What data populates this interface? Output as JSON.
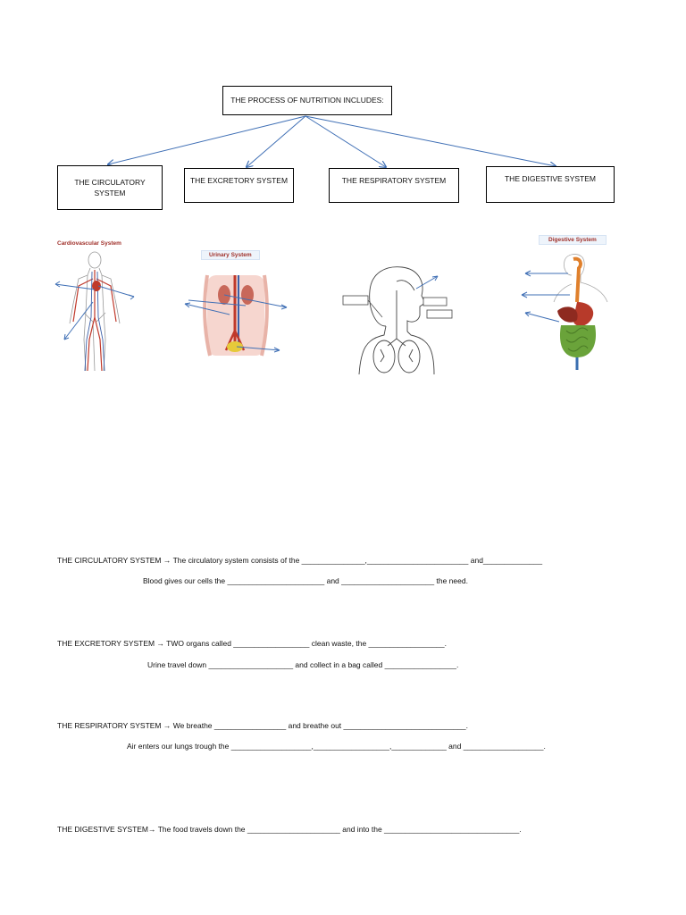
{
  "concept_map": {
    "title": "THE PROCESS OF NUTRITION INCLUDES:",
    "systems": [
      {
        "label_line1": "THE CIRCULATORY",
        "label_line2": "SYSTEM"
      },
      {
        "label_line1": "THE EXCRETORY SYSTEM",
        "label_line2": ""
      },
      {
        "label_line1": "THE RESPIRATORY SYSTEM",
        "label_line2": ""
      },
      {
        "label_line1": "THE DIGESTIVE SYSTEM",
        "label_line2": ""
      }
    ]
  },
  "diagrams": {
    "cardiovascular_title": "Cardiovascular System",
    "urinary_title": "Urinary System",
    "digestive_title": "Digestive System"
  },
  "worksheet": {
    "circulatory_line1": "THE CIRCULATORY SYSTEM →   The circulatory system consists of the _______________,________________________ and______________",
    "circulatory_line2": "Blood gives our cells the _______________________ and ______________________ the need.",
    "excretory_line1": "THE EXCRETORY SYSTEM → TWO organs called __________________ clean waste, the __________________.",
    "excretory_line2": "Urine travel down ____________________ and collect in a bag called _________________.",
    "respiratory_line1": "THE RESPIRATORY SYSTEM → We breathe _________________ and breathe out _____________________________.",
    "respiratory_line2": "Air  enters our lungs trough the ___________________,__________________,_____________ and ___________________.",
    "digestive_line1": "THE DIGESTIVE SYSTEM→  The food travels down the ______________________ and into the ________________________________."
  },
  "colors": {
    "arrow": "#3f6fb5",
    "border": "#000000",
    "diagram_title": "#a0302a"
  }
}
